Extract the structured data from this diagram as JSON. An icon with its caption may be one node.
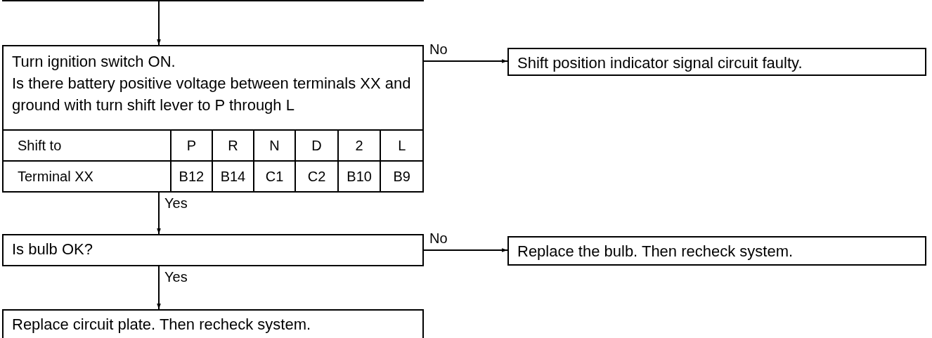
{
  "diagram": {
    "nodes": [
      {
        "text": [],
        "shape": "box"
      },
      {
        "text": [
          "Turn ignition switch ON.",
          "Is there battery positive voltage between terminals XX and ground with turn shift lever to P through L"
        ]
      },
      {
        "text": [
          "Is bulb OK?"
        ]
      },
      {
        "text": [
          "Replace circuit plate. Then recheck system."
        ]
      },
      {
        "text": [
          "Shift position indicator signal circuit faulty."
        ]
      },
      {
        "text": [
          "Replace the bulb. Then recheck system."
        ]
      }
    ],
    "edges": [
      {
        "from": 0,
        "to": 1,
        "arrow": "to"
      },
      {
        "from": 1,
        "to": 4,
        "arrow": "to",
        "label": "No"
      },
      {
        "from": 1,
        "to": 2,
        "arrow": "to",
        "label": "Yes"
      },
      {
        "from": 2,
        "to": 5,
        "arrow": "to",
        "label": "No"
      },
      {
        "from": 2,
        "to": 3,
        "arrow": "to",
        "label": "Yes"
      }
    ],
    "labels": [
      "Shift to",
      "P",
      "R",
      "N",
      "D",
      "2",
      "L",
      "Terminal XX",
      "B12",
      "B14",
      "C1",
      "C2",
      "B10",
      "B9"
    ]
  }
}
